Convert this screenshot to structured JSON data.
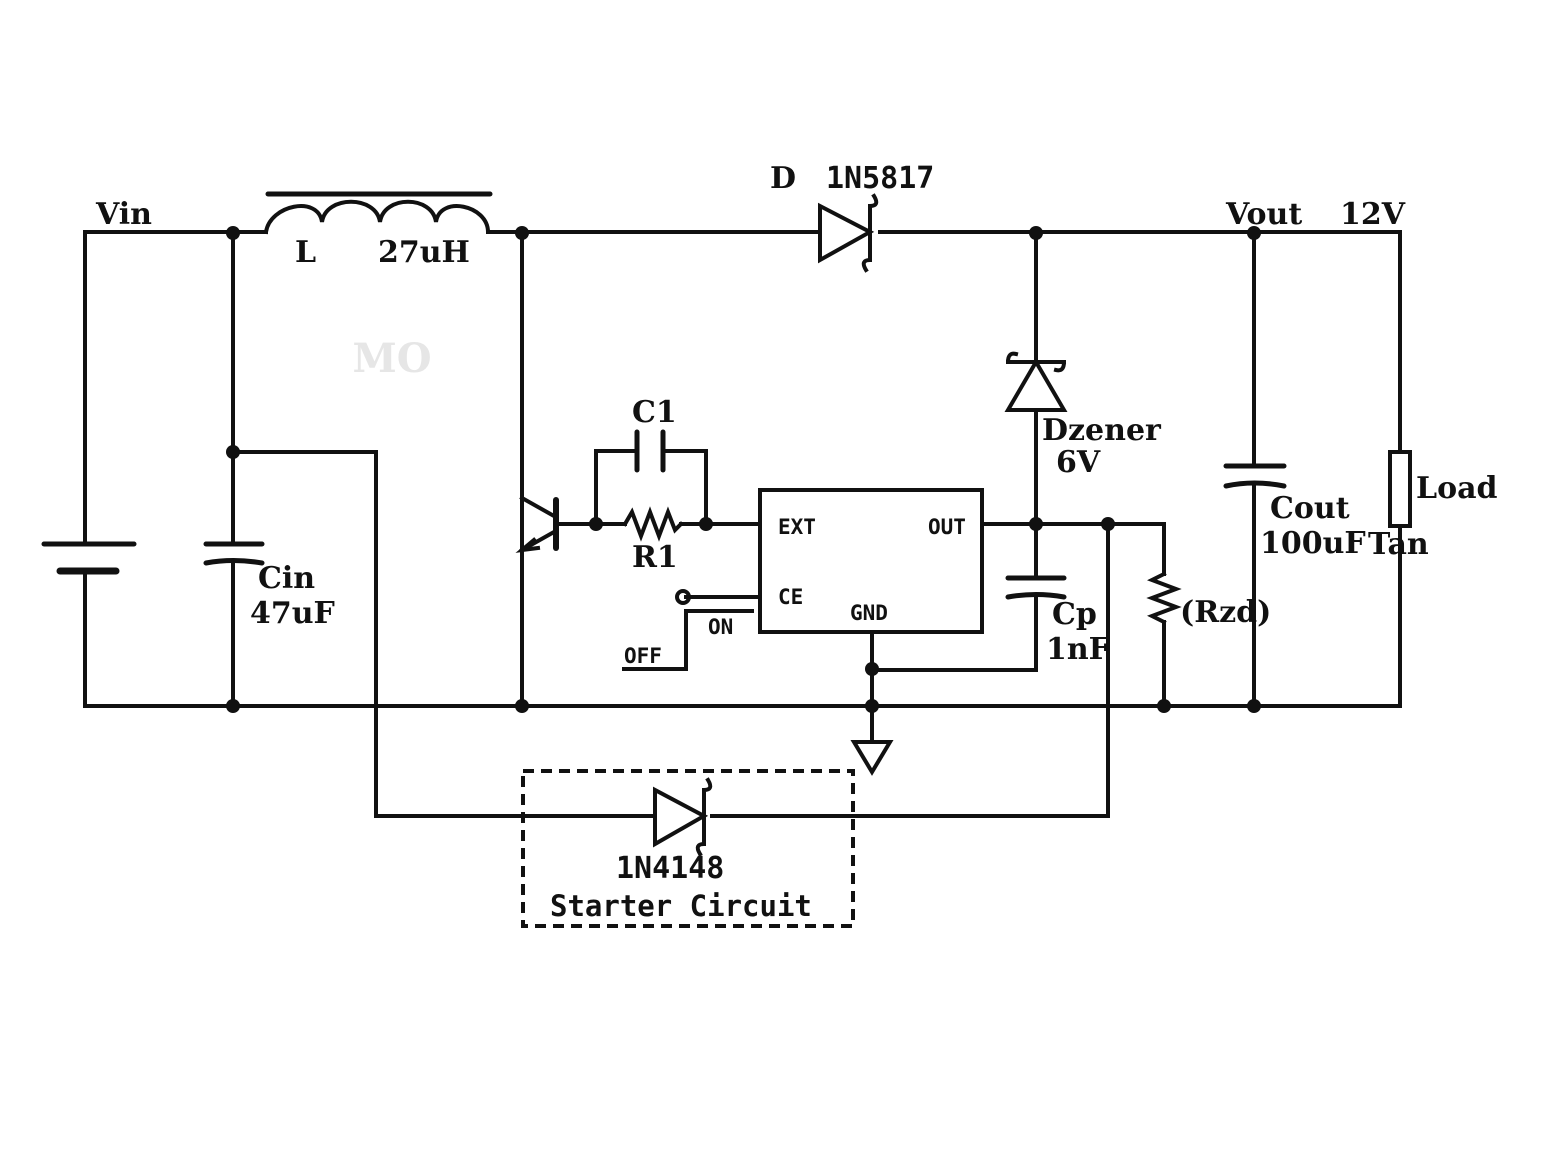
{
  "net_labels": {
    "vin": "Vin",
    "vout": "Vout",
    "vout_value": "12V"
  },
  "components": {
    "inductor": {
      "ref": "L",
      "value": "27uH"
    },
    "diode_main": {
      "ref": "D",
      "part": "1N5817"
    },
    "zener": {
      "ref": "Dzener",
      "value": "6V"
    },
    "c1": {
      "ref": "C1"
    },
    "r1": {
      "ref": "R1"
    },
    "cin": {
      "ref": "Cin",
      "value": "47uF"
    },
    "cout": {
      "ref": "Cout",
      "value": "100uF"
    },
    "cp": {
      "ref": "Cp",
      "value": "1nF"
    },
    "rzd": {
      "ref": "(Rzd)"
    },
    "load": {
      "ref": "Load",
      "value": "Tan"
    },
    "starter_diode": {
      "part": "1N4148"
    }
  },
  "ic": {
    "pins": {
      "ext": "EXT",
      "out": "OUT",
      "ce": "CE",
      "gnd": "GND"
    }
  },
  "switch": {
    "on": "ON",
    "off": "OFF"
  },
  "starter": {
    "label": "Starter Circuit"
  },
  "watermark": "MO"
}
